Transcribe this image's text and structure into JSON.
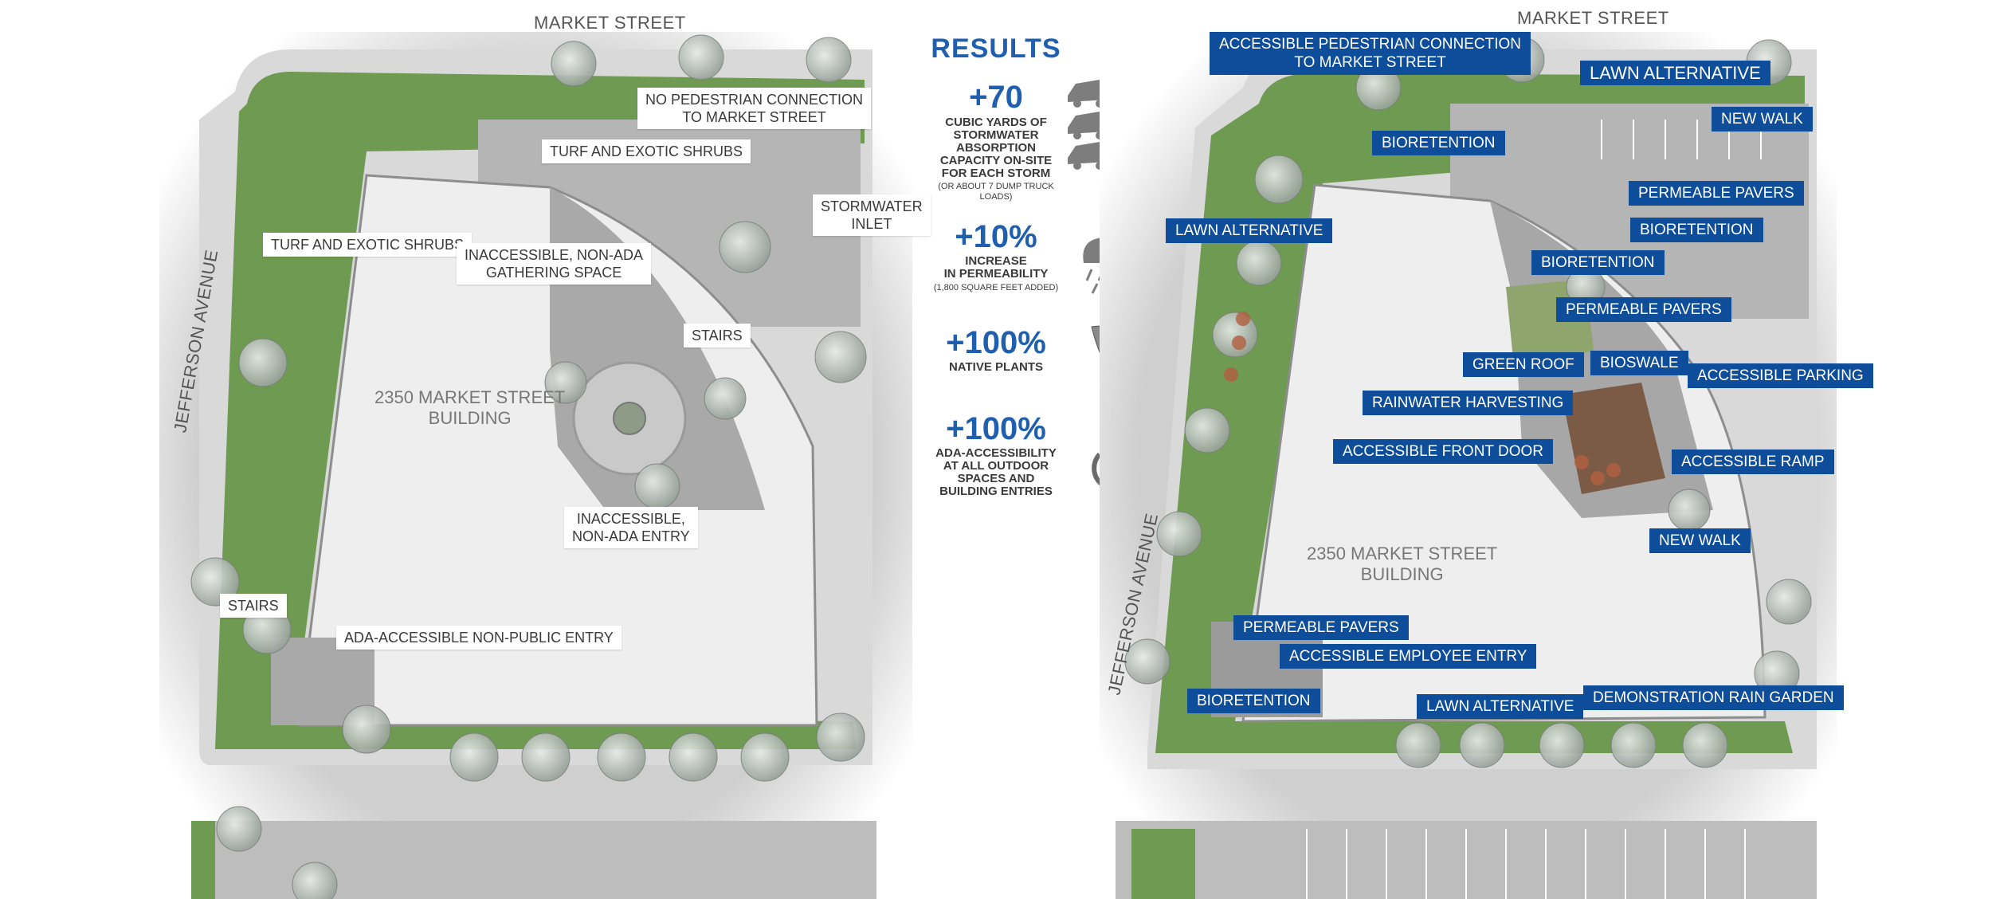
{
  "colors": {
    "label_blue": "#0d4d9a",
    "results_blue": "#1f5fae",
    "grass": "#6f9a52",
    "pavement": "#bdbdbd",
    "building": "#efeeee"
  },
  "left_plan": {
    "street_top": "MARKET STREET",
    "street_side": "JEFFERSON AVENUE",
    "building_name": [
      "2350 MARKET STREET",
      "BUILDING"
    ],
    "labels": [
      [
        "NO PEDESTRIAN CONNECTION",
        "TO MARKET STREET"
      ],
      [
        "TURF AND EXOTIC SHRUBS"
      ],
      [
        "STORMWATER",
        "INLET"
      ],
      [
        "TURF AND EXOTIC SHRUBS"
      ],
      [
        "INACCESSIBLE, NON-ADA",
        "GATHERING SPACE"
      ],
      [
        "STAIRS"
      ],
      [
        "INACCESSIBLE,",
        "NON-ADA ENTRY"
      ],
      [
        "STAIRS"
      ],
      [
        "ADA-ACCESSIBLE NON-PUBLIC ENTRY"
      ]
    ]
  },
  "results": {
    "title": "RESULTS",
    "stats": [
      {
        "value": "+70",
        "desc": [
          "CUBIC YARDS OF",
          "STORMWATER",
          "ABSORPTION",
          "CAPACITY ON-SITE",
          "FOR EACH STORM"
        ],
        "note": [
          "(OR ABOUT 7 DUMP TRUCK",
          "LOADS)"
        ],
        "icon": "dump-truck-icon"
      },
      {
        "value": "+10%",
        "desc": [
          "INCREASE",
          "IN PERMEABILITY"
        ],
        "note": [
          "(1,800 SQUARE FEET ADDED)"
        ],
        "icon": "rain-cloud-icon"
      },
      {
        "value": "+100%",
        "desc": [
          "NATIVE PLANTS"
        ],
        "note": [],
        "icon": "butterfly-icon"
      },
      {
        "value": "+100%",
        "desc": [
          "ADA-ACCESSIBILITY",
          "AT ALL OUTDOOR",
          "SPACES AND",
          "BUILDING ENTRIES"
        ],
        "note": [],
        "icon": "wheelchair-icon"
      }
    ]
  },
  "right_plan": {
    "street_top": "MARKET STREET",
    "street_side": "JEFFERSON AVENUE",
    "building_name": [
      "2350 MARKET STREET",
      "BUILDING"
    ],
    "labels": [
      [
        "ACCESSIBLE PEDESTRIAN CONNECTION",
        "TO MARKET STREET"
      ],
      [
        "LAWN ALTERNATIVE"
      ],
      [
        "NEW WALK"
      ],
      [
        "BIORETENTION"
      ],
      [
        "PERMEABLE PAVERS"
      ],
      [
        "BIORETENTION"
      ],
      [
        "LAWN ALTERNATIVE"
      ],
      [
        "BIORETENTION"
      ],
      [
        "PERMEABLE PAVERS"
      ],
      [
        "GREEN ROOF"
      ],
      [
        "BIOSWALE"
      ],
      [
        "ACCESSIBLE PARKING"
      ],
      [
        "RAINWATER HARVESTING"
      ],
      [
        "ACCESSIBLE FRONT DOOR"
      ],
      [
        "ACCESSIBLE RAMP"
      ],
      [
        "NEW WALK"
      ],
      [
        "PERMEABLE PAVERS"
      ],
      [
        "ACCESSIBLE EMPLOYEE ENTRY"
      ],
      [
        "BIORETENTION"
      ],
      [
        "LAWN ALTERNATIVE"
      ],
      [
        "DEMONSTRATION RAIN GARDEN"
      ]
    ]
  }
}
